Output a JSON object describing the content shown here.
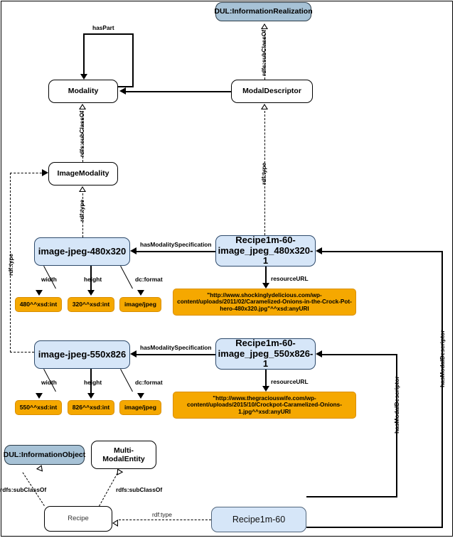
{
  "diagram": {
    "title": "Multi-modal RDF knowledge graph excerpt",
    "type": "ontology-graph",
    "colors": {
      "instance_fill": "#d6e6f8",
      "dul_class_fill": "#a7c2d6",
      "literal_fill": "#f5a800",
      "class_fill": "#ffffff",
      "edge": "#000000"
    },
    "nodes": [
      {
        "id": "dul-information-realization",
        "label": "DUL:InformationRealization",
        "kind": "dul-class"
      },
      {
        "id": "modality",
        "label": "Modality",
        "kind": "class"
      },
      {
        "id": "modal-descriptor",
        "label": "ModalDescriptor",
        "kind": "class"
      },
      {
        "id": "image-modality",
        "label": "ImageModality",
        "kind": "class"
      },
      {
        "id": "image-jpeg-480x320",
        "label": "image-jpeg-480x320",
        "kind": "instance"
      },
      {
        "id": "recipe1m-60-image-jpeg-480x320-1",
        "label_line1": "Recipe1m-60-",
        "label_line2": "image_jpeg_480x320-1",
        "kind": "instance"
      },
      {
        "id": "image-jpeg-550x826",
        "label": "image-jpeg-550x826",
        "kind": "instance"
      },
      {
        "id": "recipe1m-60-image-jpeg-550x826-1",
        "label_line1": "Recipe1m-60-",
        "label_line2": "image_jpeg_550x826-1",
        "kind": "instance"
      },
      {
        "id": "dul-information-object",
        "label": "DUL:InformationObject",
        "kind": "dul-class"
      },
      {
        "id": "multi-modal-entity",
        "label": "Multi-ModalEntity",
        "kind": "class"
      },
      {
        "id": "recipe",
        "label": "Recipe",
        "kind": "class-plain"
      },
      {
        "id": "recipe1m-60",
        "label": "Recipe1m-60",
        "kind": "instance-small"
      }
    ],
    "literals": {
      "width_480": "480^^xsd:int",
      "height_320": "320^^xsd:int",
      "format_1": "image/jpeg",
      "width_550": "550^^xsd:int",
      "height_826": "826^^xsd:int",
      "format_2": "image/jpeg",
      "url_1": "\"http://www.shockinglydelicious.com/wp-content/uploads/2011/02/Caramelized-Onions-in-the-Crock-Pot-hero-480x320.jpg\"^^xsd:anyURI",
      "url_2": "\"http://www.thegraciouswife.com/wp-content/uploads/2015/10/Crockpot-Caramelized-Onions-1.jpg^^xsd:anyURI"
    },
    "edge_labels": {
      "has_part": "hasPart",
      "rdfs_subclassof_1": "rdfs:subClassOf",
      "rdfs_subclassof_2": "rdfs:subClassOf",
      "rdf_type_modality": "rdf:type",
      "rdf_type_descriptor": "rdf:type",
      "rdf_type_left": "rdf:type",
      "has_modality_specification_1": "hasModalitySpecification",
      "has_modality_specification_2": "hasModalitySpecification",
      "width_1": "width",
      "height_1": "height",
      "dcformat_1": "dc:format",
      "width_2": "width",
      "height_2": "height",
      "dcformat_2": "dc:format",
      "resource_url_1": "resourceURL",
      "resource_url_2": "resourceURL",
      "has_modal_descriptor_1": "hasModalDescriptor",
      "has_modal_descriptor_2": "hasModalDescriptor",
      "rdfs_subclassof_recipe_io": "rdfs:subClassOf",
      "rdfs_subclassof_recipe_mme": "rdfs:subClassOf",
      "rdf_type_recipe": "rdf:type"
    }
  }
}
